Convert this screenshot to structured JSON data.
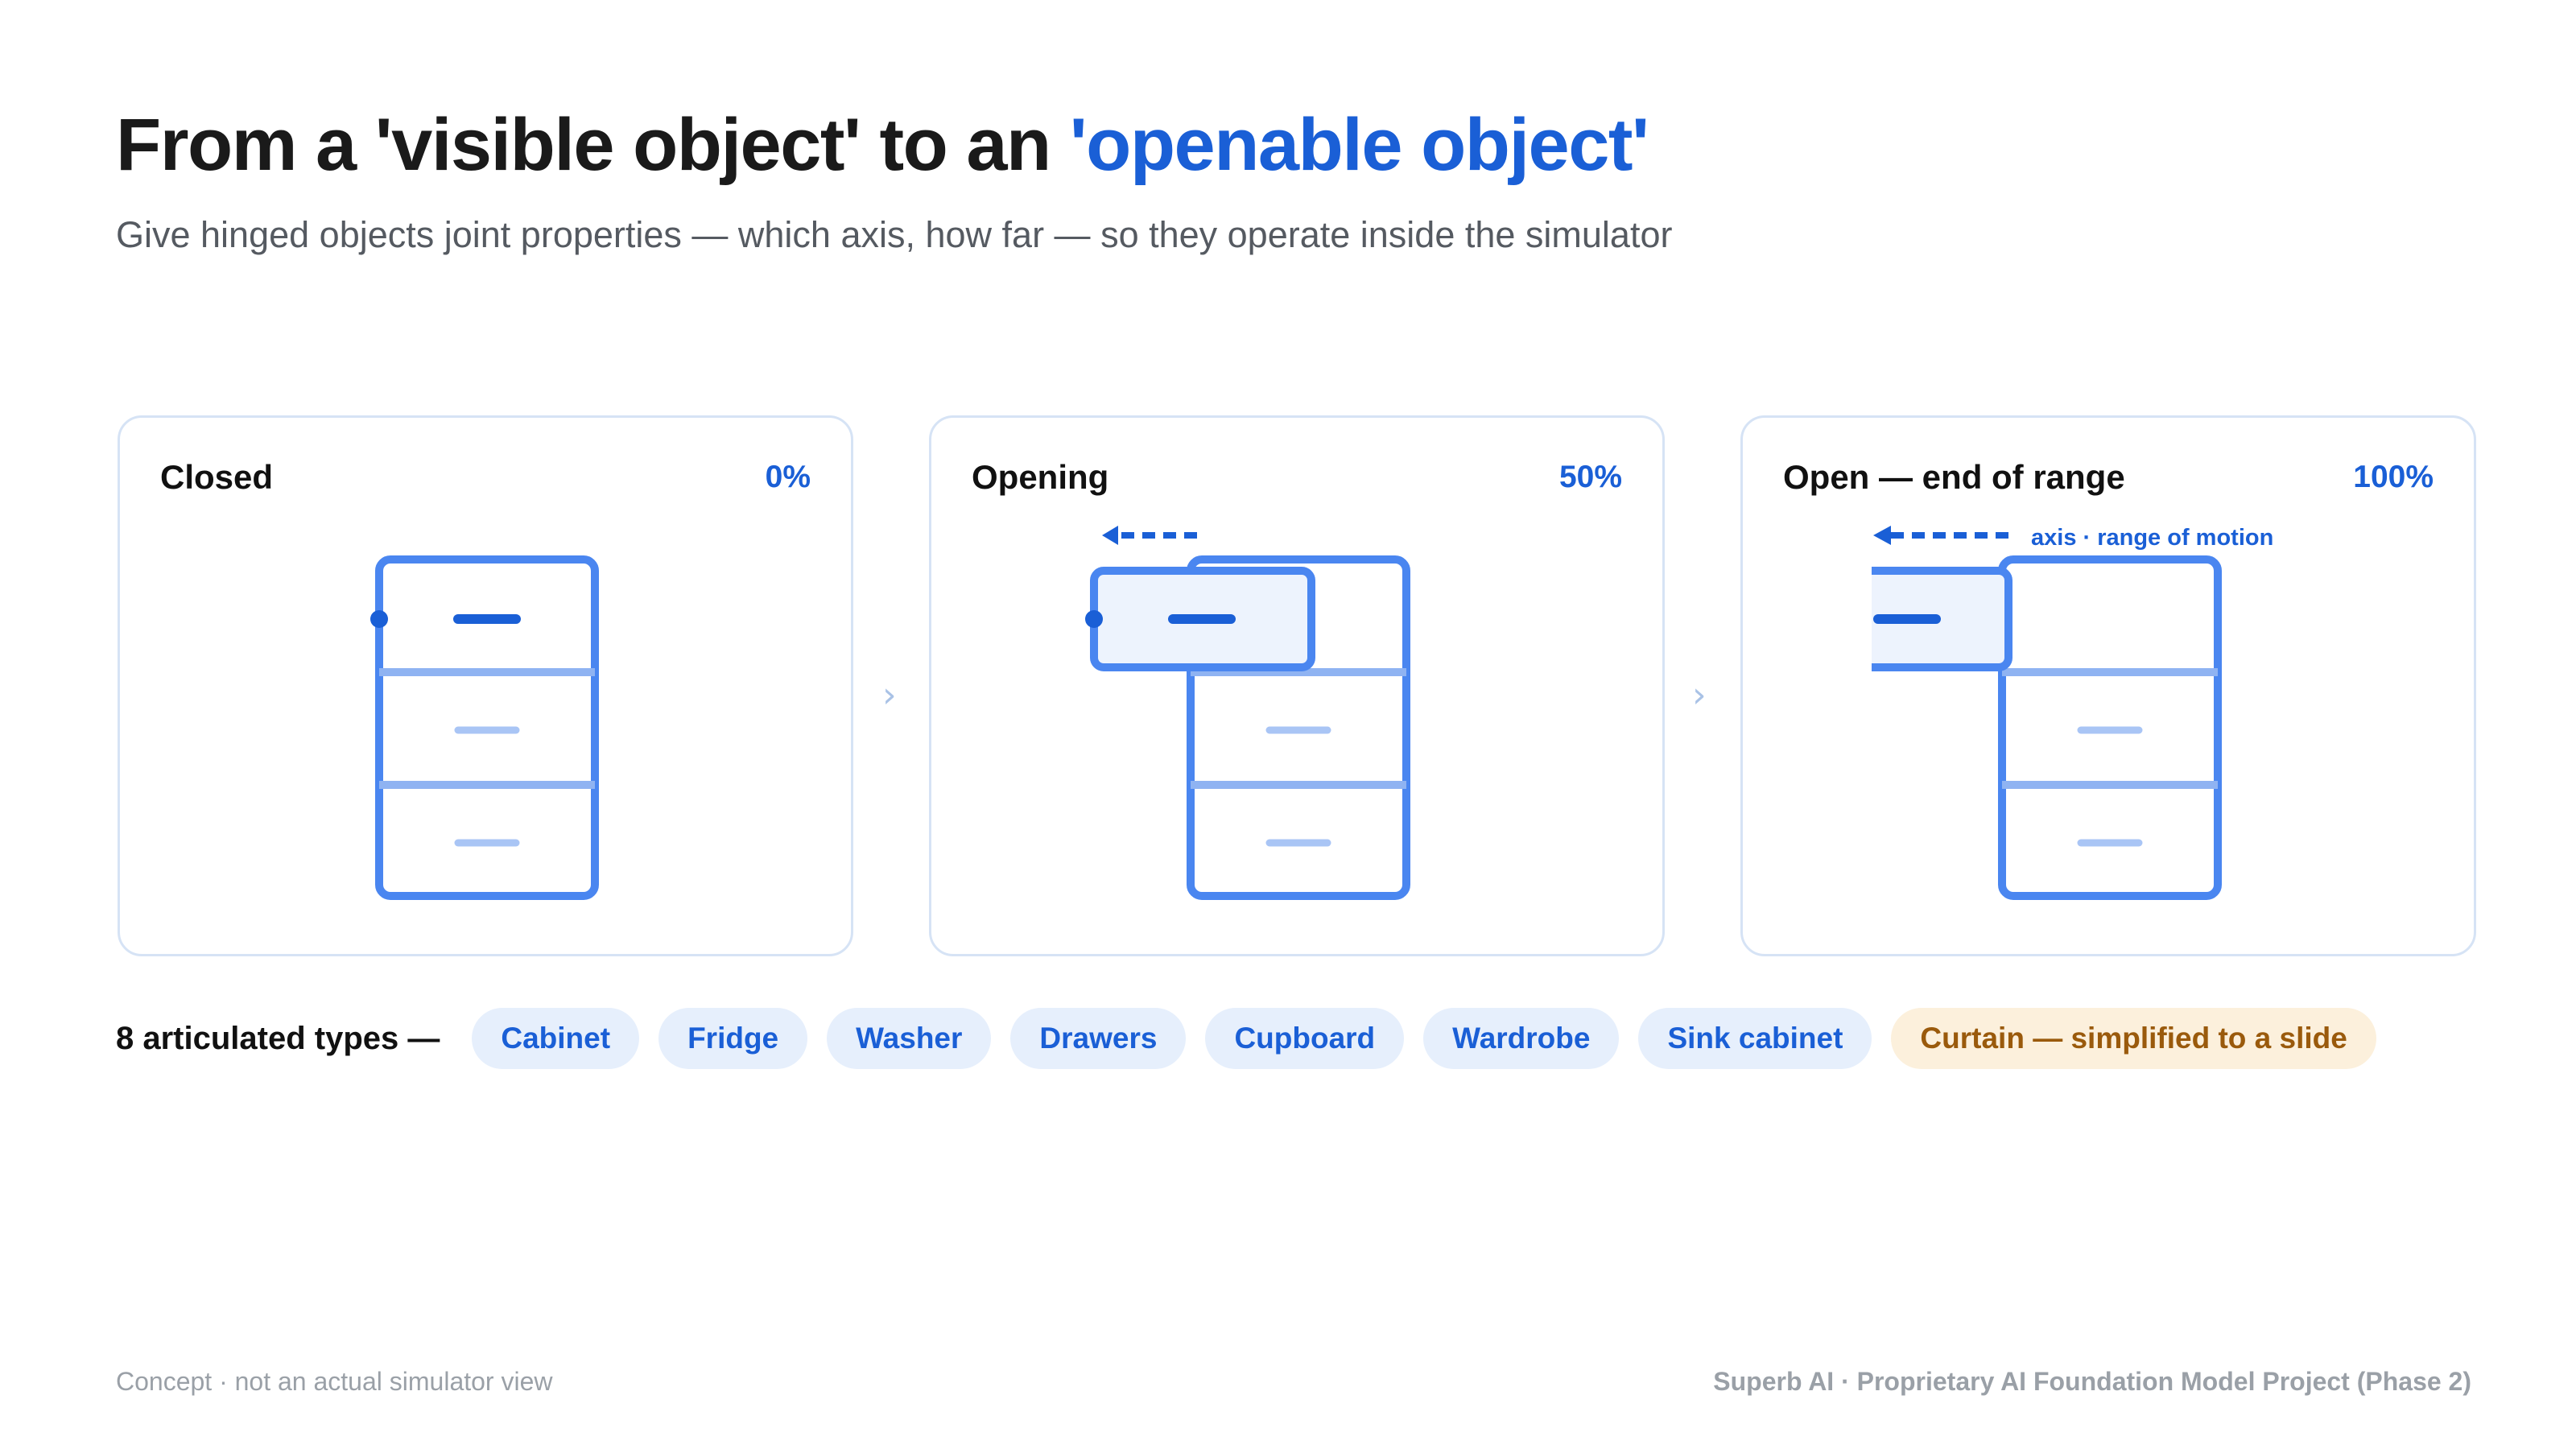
{
  "title": {
    "prefix": "From a 'visible object' to an ",
    "accent": "'openable object'"
  },
  "subtitle": "Give hinged objects joint properties — which axis, how far — so they operate inside the simulator",
  "colors": {
    "accent": "#1a5fd6",
    "cabinet_stroke": "#4a86f0",
    "divider": "#8fb3f2",
    "handle_light": "#a9c5f5",
    "panel_border": "#d6e3f5",
    "chip_bg": "#e6effc",
    "chip_warn_bg": "#fcf0dc",
    "chip_warn_text": "#9a5a0c"
  },
  "panels": [
    {
      "title": "Closed",
      "percent": "0%",
      "open_fraction": 0
    },
    {
      "title": "Opening",
      "percent": "50%",
      "open_fraction": 0.5
    },
    {
      "title": "Open — end of range",
      "percent": "100%",
      "open_fraction": 1,
      "axis_label": "axis · range of motion"
    }
  ],
  "separator_icon": "chevron-right-icon",
  "types": {
    "label": "8 articulated types —",
    "items": [
      "Cabinet",
      "Fridge",
      "Washer",
      "Drawers",
      "Cupboard",
      "Wardrobe",
      "Sink cabinet"
    ],
    "special": "Curtain — simplified to a slide"
  },
  "footer": {
    "left": "Concept · not an actual simulator view",
    "right": "Superb AI · Proprietary AI Foundation Model Project (Phase 2)"
  }
}
